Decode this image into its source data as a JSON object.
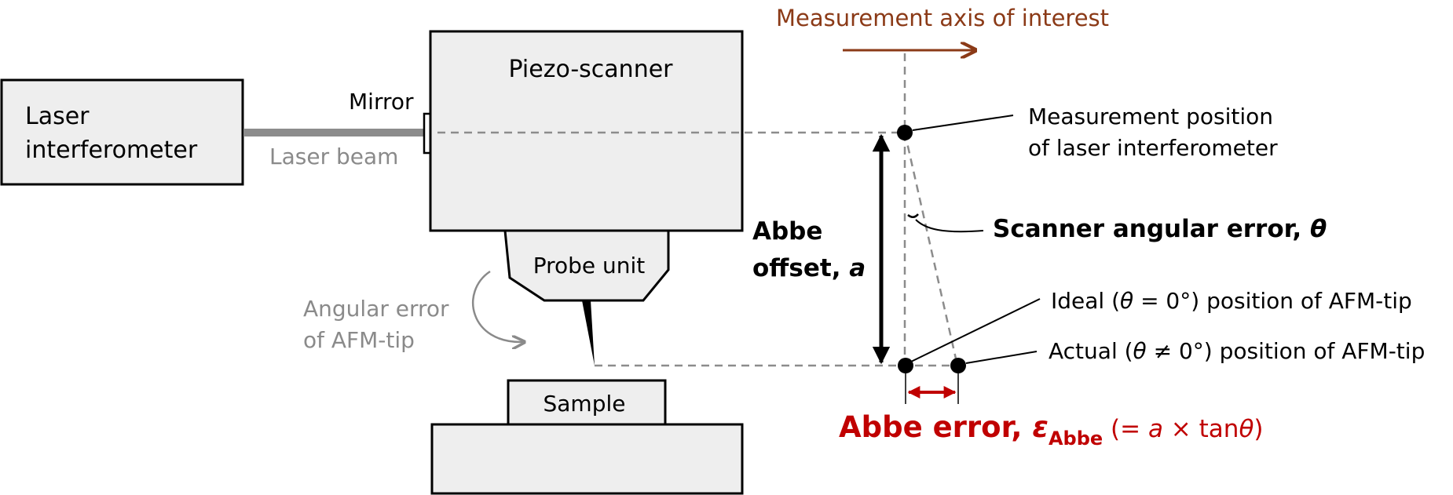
{
  "labels": {
    "measurement_axis": "Measurement axis of interest",
    "laser_line1": "Laser",
    "laser_line2": "interferometer",
    "mirror": "Mirror",
    "laser_beam": "Laser beam",
    "piezo_scanner": "Piezo-scanner",
    "probe_unit": "Probe unit",
    "angular_error_line1": "Angular error",
    "angular_error_line2": "of AFM-tip",
    "sample": "Sample",
    "abbe_offset_line1": "Abbe",
    "abbe_offset_line2": "offset, ",
    "abbe_offset_symbol": "a",
    "measurement_position_line1": "Measurement position",
    "measurement_position_line2": "of laser interferometer",
    "scanner_angular_error": "Scanner angular error, ",
    "theta_symbol": "θ",
    "ideal_prefix": "Ideal (",
    "ideal_condition": " = 0°) position of AFM-tip",
    "actual_prefix": "Actual (",
    "actual_condition": " ≠ 0°) position of AFM-tip",
    "abbe_error": "Abbe error, ",
    "epsilon_symbol": "ε",
    "epsilon_subscript": "Abbe",
    "formula_open": " (= ",
    "formula_a": "a",
    "formula_times": " × tan",
    "formula_close": ")"
  },
  "colors": {
    "black": "#000000",
    "box_fill": "#eeeeee",
    "gray_text": "#8a8a8a",
    "beam": "#8c8c8c",
    "dashed": "#8c8c8c",
    "axis_brown": "#8b3a17",
    "abbe_red": "#c00000"
  }
}
